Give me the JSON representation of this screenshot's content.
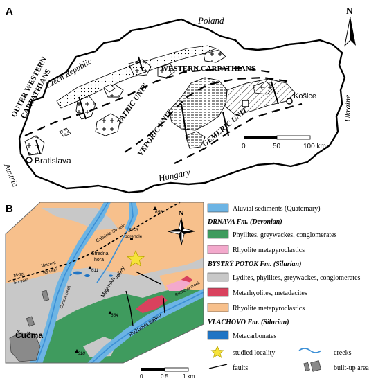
{
  "panel_a": {
    "letter": "A",
    "north": "N",
    "countries": {
      "poland": "Poland",
      "czech": "Czech Republic",
      "ukraine": "Ukraine",
      "hungary": "Hungary",
      "austria": "Austria"
    },
    "outer_carpathians_1": "OUTER WESTERN",
    "outer_carpathians_2": "CARPATHIANS",
    "western_carpathians": "WESTERN CARPATHIANS",
    "units": {
      "tatric": "TATRIC UNIT",
      "veporic": "VEPORIC UNIT",
      "gemeric": "GEMERIC UNIT"
    },
    "cities": {
      "bratislava": "Bratislava",
      "kosice": "Košice"
    },
    "scale": {
      "zero": "0",
      "mid": "50",
      "end": "100 km"
    }
  },
  "panel_b": {
    "letter": "B",
    "north": "N",
    "labels": {
      "cucma": "Čučma",
      "stredna_hora_1": "Stredná",
      "stredna_hora_2": "hora",
      "stredna_elev": "611",
      "peak_656": "656",
      "peak_664": "664",
      "peak_618": "618",
      "borehole_1": "Sb-3",
      "borehole_2": "borehole",
      "majerska": "Majerská",
      "valley1": "valley",
      "ruzbova": "Ružbova valley",
      "cucma_creek": "Čučma creek",
      "ruzbova_creek": "Ružbova creek",
      "gabriela": "Gabriela Sb vein",
      "vincent": "Vincent",
      "sb_vein": "Sb vein",
      "matej": "Matej",
      "sb_vein2": "Sb vein"
    },
    "scale": {
      "zero": "0",
      "mid": "0.5",
      "end": "1 km"
    }
  },
  "legend": {
    "aluvial": "Aluvial sediments (Quaternary)",
    "drnava": "DRNAVA Fm. (Devonian)",
    "phyllites": "Phyllites, greywackes, conglomerates",
    "rhyolite1": "Rhyolite metapyroclastics",
    "bystry": "BYSTRÝ POTOK Fm. (Silurian)",
    "lydites": "Lydites, phyllites, greywackes, conglomerates",
    "metarhyolites": "Metarhyolites, metadacites",
    "rhyolite2": "Rhyolite metapyroclastics",
    "vlachovo": "VLACHOVO Fm. (Silurian)",
    "metacarbonates": "Metacarbonates",
    "studied": "studied locality",
    "creeks": "creeks",
    "faults": "faults",
    "builtup": "built-up area"
  },
  "colors": {
    "aluvial": "#6cb4e4",
    "phyllites": "#3f9b5e",
    "rhyolite_pink": "#f3a9cc",
    "lydites": "#c8c8c8",
    "metarhyolites": "#d9425e",
    "rhyolite_orange": "#f7c08c",
    "metacarbonates": "#1f74c4",
    "star": "#f6e33a",
    "builtup": "#8a8a8a"
  }
}
